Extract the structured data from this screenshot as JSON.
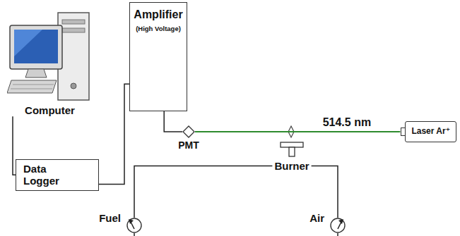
{
  "diagram": {
    "nodes": [
      {
        "text": [
          "Computer"
        ]
      },
      {
        "text": [
          "Amplifier",
          "(High Voltage)"
        ]
      },
      {
        "text": [
          "PMT"
        ]
      },
      {
        "text": [
          "Laser Ar⁺"
        ]
      },
      {
        "text": [
          "Data Logger"
        ]
      },
      {
        "text": [
          "Burner"
        ]
      },
      {
        "text": [
          "Fuel"
        ]
      },
      {
        "text": [
          "Air"
        ]
      }
    ],
    "edges": [
      {
        "from": 0,
        "to": 4,
        "arrow": "none"
      },
      {
        "from": 4,
        "to": 1,
        "arrow": "none"
      },
      {
        "from": 1,
        "to": 2,
        "arrow": "none"
      },
      {
        "from": 3,
        "to": 2,
        "label": "514.5 nm",
        "arrow": "none"
      },
      {
        "from": 5,
        "to": 6,
        "arrow": "none"
      },
      {
        "from": 5,
        "to": 7,
        "arrow": "none"
      }
    ]
  }
}
